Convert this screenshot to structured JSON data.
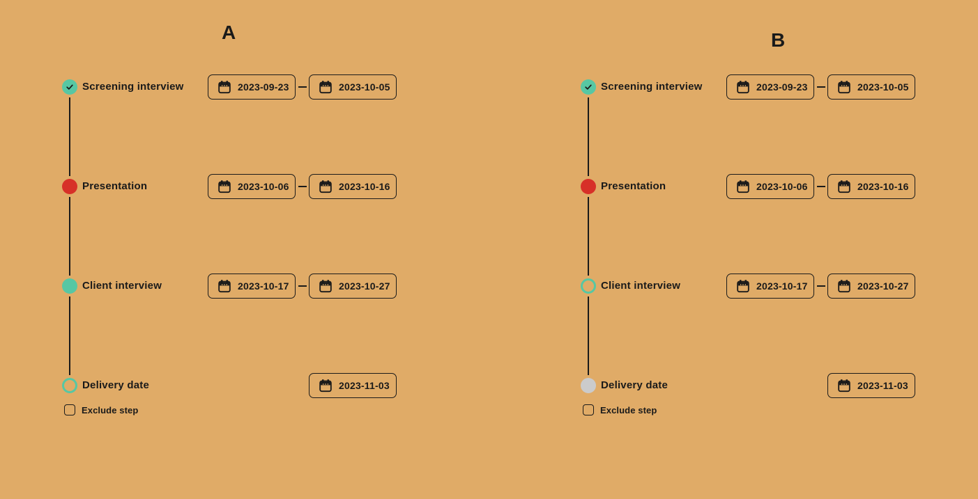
{
  "colors": {
    "bg": "#e0ab67",
    "dark": "#1a1a1a",
    "teal": "#57c7a3",
    "red": "#d73028",
    "gray": "#cbcbcb"
  },
  "panels": [
    {
      "label": "A",
      "steps": [
        {
          "label": "Screening interview",
          "marker": "check-teal",
          "start": "2023-09-23",
          "end": "2023-10-05"
        },
        {
          "label": "Presentation",
          "marker": "filled-red",
          "start": "2023-10-06",
          "end": "2023-10-16"
        },
        {
          "label": "Client interview",
          "marker": "filled-teal",
          "start": "2023-10-17",
          "end": "2023-10-27"
        },
        {
          "label": "Delivery date",
          "marker": "outline-teal",
          "end": "2023-11-03"
        }
      ],
      "exclude": {
        "label": "Exclude step",
        "checked": false
      }
    },
    {
      "label": "B",
      "steps": [
        {
          "label": "Screening interview",
          "marker": "check-teal",
          "start": "2023-09-23",
          "end": "2023-10-05"
        },
        {
          "label": "Presentation",
          "marker": "filled-red",
          "start": "2023-10-06",
          "end": "2023-10-16"
        },
        {
          "label": "Client interview",
          "marker": "outline-teal",
          "start": "2023-10-17",
          "end": "2023-10-27"
        },
        {
          "label": "Delivery date",
          "marker": "filled-gray",
          "end": "2023-11-03"
        }
      ],
      "exclude": {
        "label": "Exclude step",
        "checked": false
      }
    }
  ]
}
